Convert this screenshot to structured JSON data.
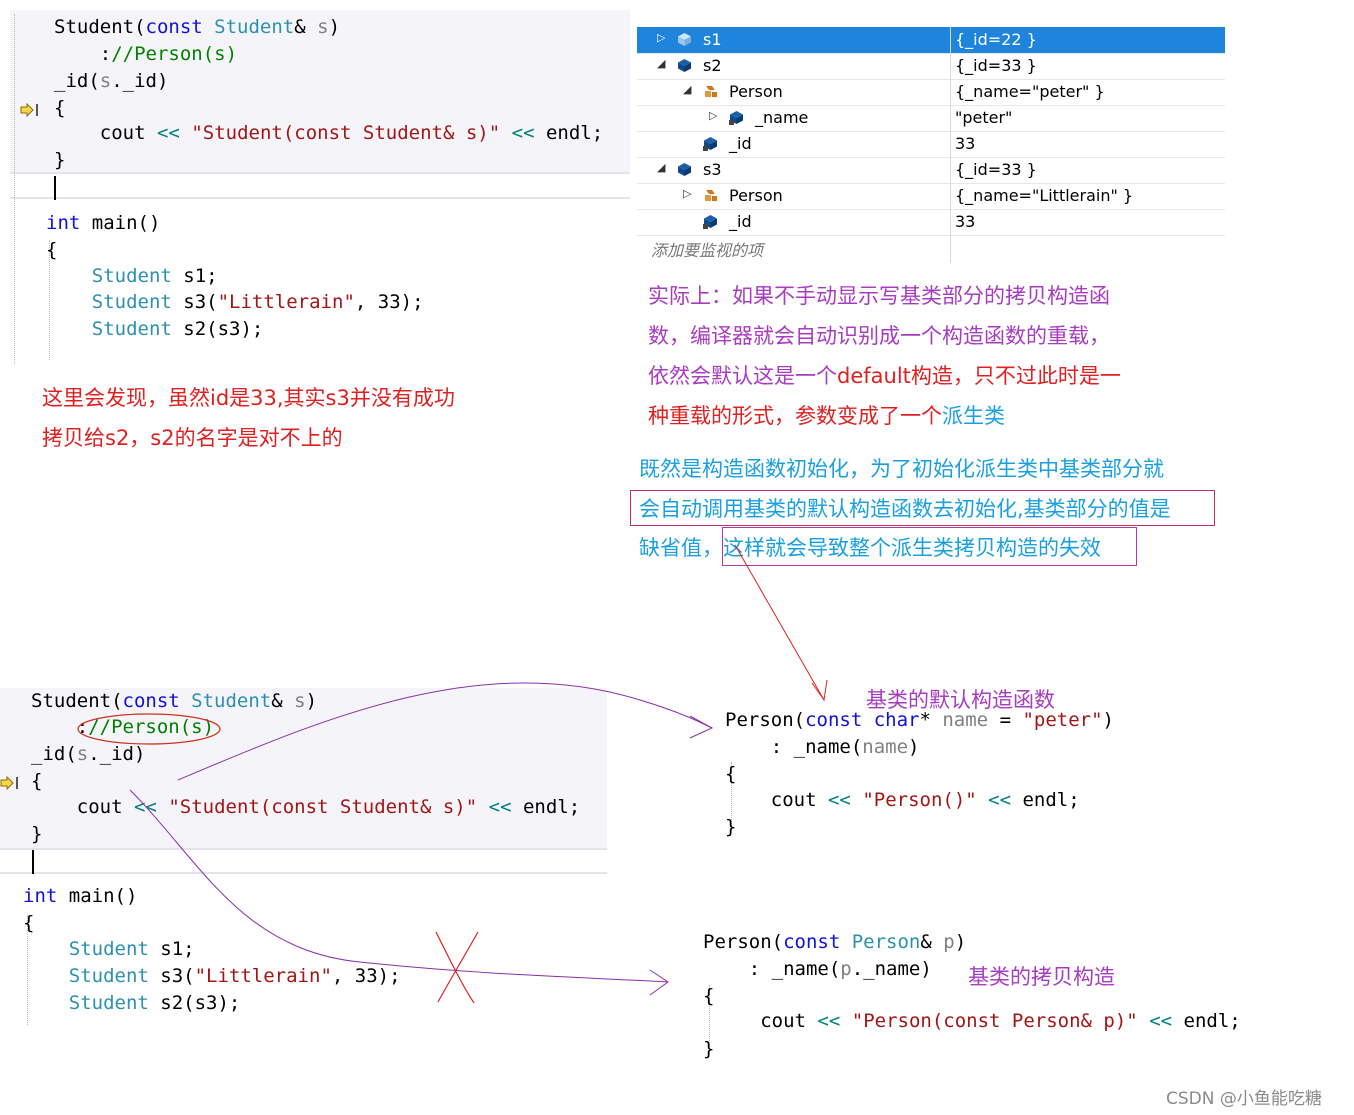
{
  "top_code": {
    "lines": [
      "Student(const Student& s)",
      "    ://Person(s)",
      "_id(s._id)",
      "{",
      "    cout << \"Student(const Student& s)\" << endl;",
      "}"
    ],
    "main": [
      "int main()",
      "{",
      "    Student s1;",
      "    Student s3(\"Littlerain\", 33);",
      "    Student s2(s3);"
    ]
  },
  "watch": {
    "rows": [
      {
        "name": "s1",
        "value": "{_id=22 }"
      },
      {
        "name": "s2",
        "value": "{_id=33 }"
      },
      {
        "name": "Person",
        "value": "{_name=\"peter\" }"
      },
      {
        "name": "_name",
        "value": "\"peter\""
      },
      {
        "name": "_id",
        "value": "33"
      },
      {
        "name": "s3",
        "value": "{_id=33 }"
      },
      {
        "name": "Person",
        "value": "{_name=\"Littlerain\" }"
      },
      {
        "name": "_id",
        "value": "33"
      }
    ],
    "add_hint": "添加要监视的项"
  },
  "notes": {
    "left_red": [
      "这里会发现，虽然id是33,其实s3并没有成功",
      "拷贝给s2，s2的名字是对不上的"
    ],
    "right_purple_1": "实际上：如果不手动显示写基类部分的拷贝构造函",
    "right_purple_2": "数，编译器就会自动识别成一个构造函数的重载，",
    "right_purple_3a": "依然会默认这是一个",
    "right_purple_3b": "default构造，只不过此时是一",
    "right_purple_4a": "种重载的形式，参数变成了一个",
    "right_purple_4b": "派生类",
    "blue_1": "既然是构造函数初始化，为了初始化派生类中基类部分就",
    "blue_2": "会自动调用基类的默认构造函数去初始化,基类部分的值是",
    "blue_3a": "缺省值，",
    "blue_3b": "这样就会导致整个派生类拷贝构造的失效",
    "label_default_ctor": "基类的默认构造函数",
    "label_copy_ctor": "基类的拷贝构造"
  },
  "bottom_code": {
    "person_default": [
      "Person(const char* name = \"peter\")",
      "    : _name(name)",
      "{",
      "    cout << \"Person()\" << endl;",
      "}"
    ],
    "person_copy": [
      "Person(const Person& p)",
      "    : _name(p._name)",
      "{",
      "    cout << \"Person(const Person& p)\" << endl;",
      "}"
    ]
  },
  "watermark": "CSDN @小鱼能吃糖",
  "colors": {
    "red_note": "#e02020",
    "purple_note": "#a83cc0",
    "blue_note": "#1aa0e0",
    "keyword": "#1010d8",
    "type": "#2b91af",
    "string": "#a31515",
    "comment": "#008000",
    "selection": "#1e84dc"
  }
}
